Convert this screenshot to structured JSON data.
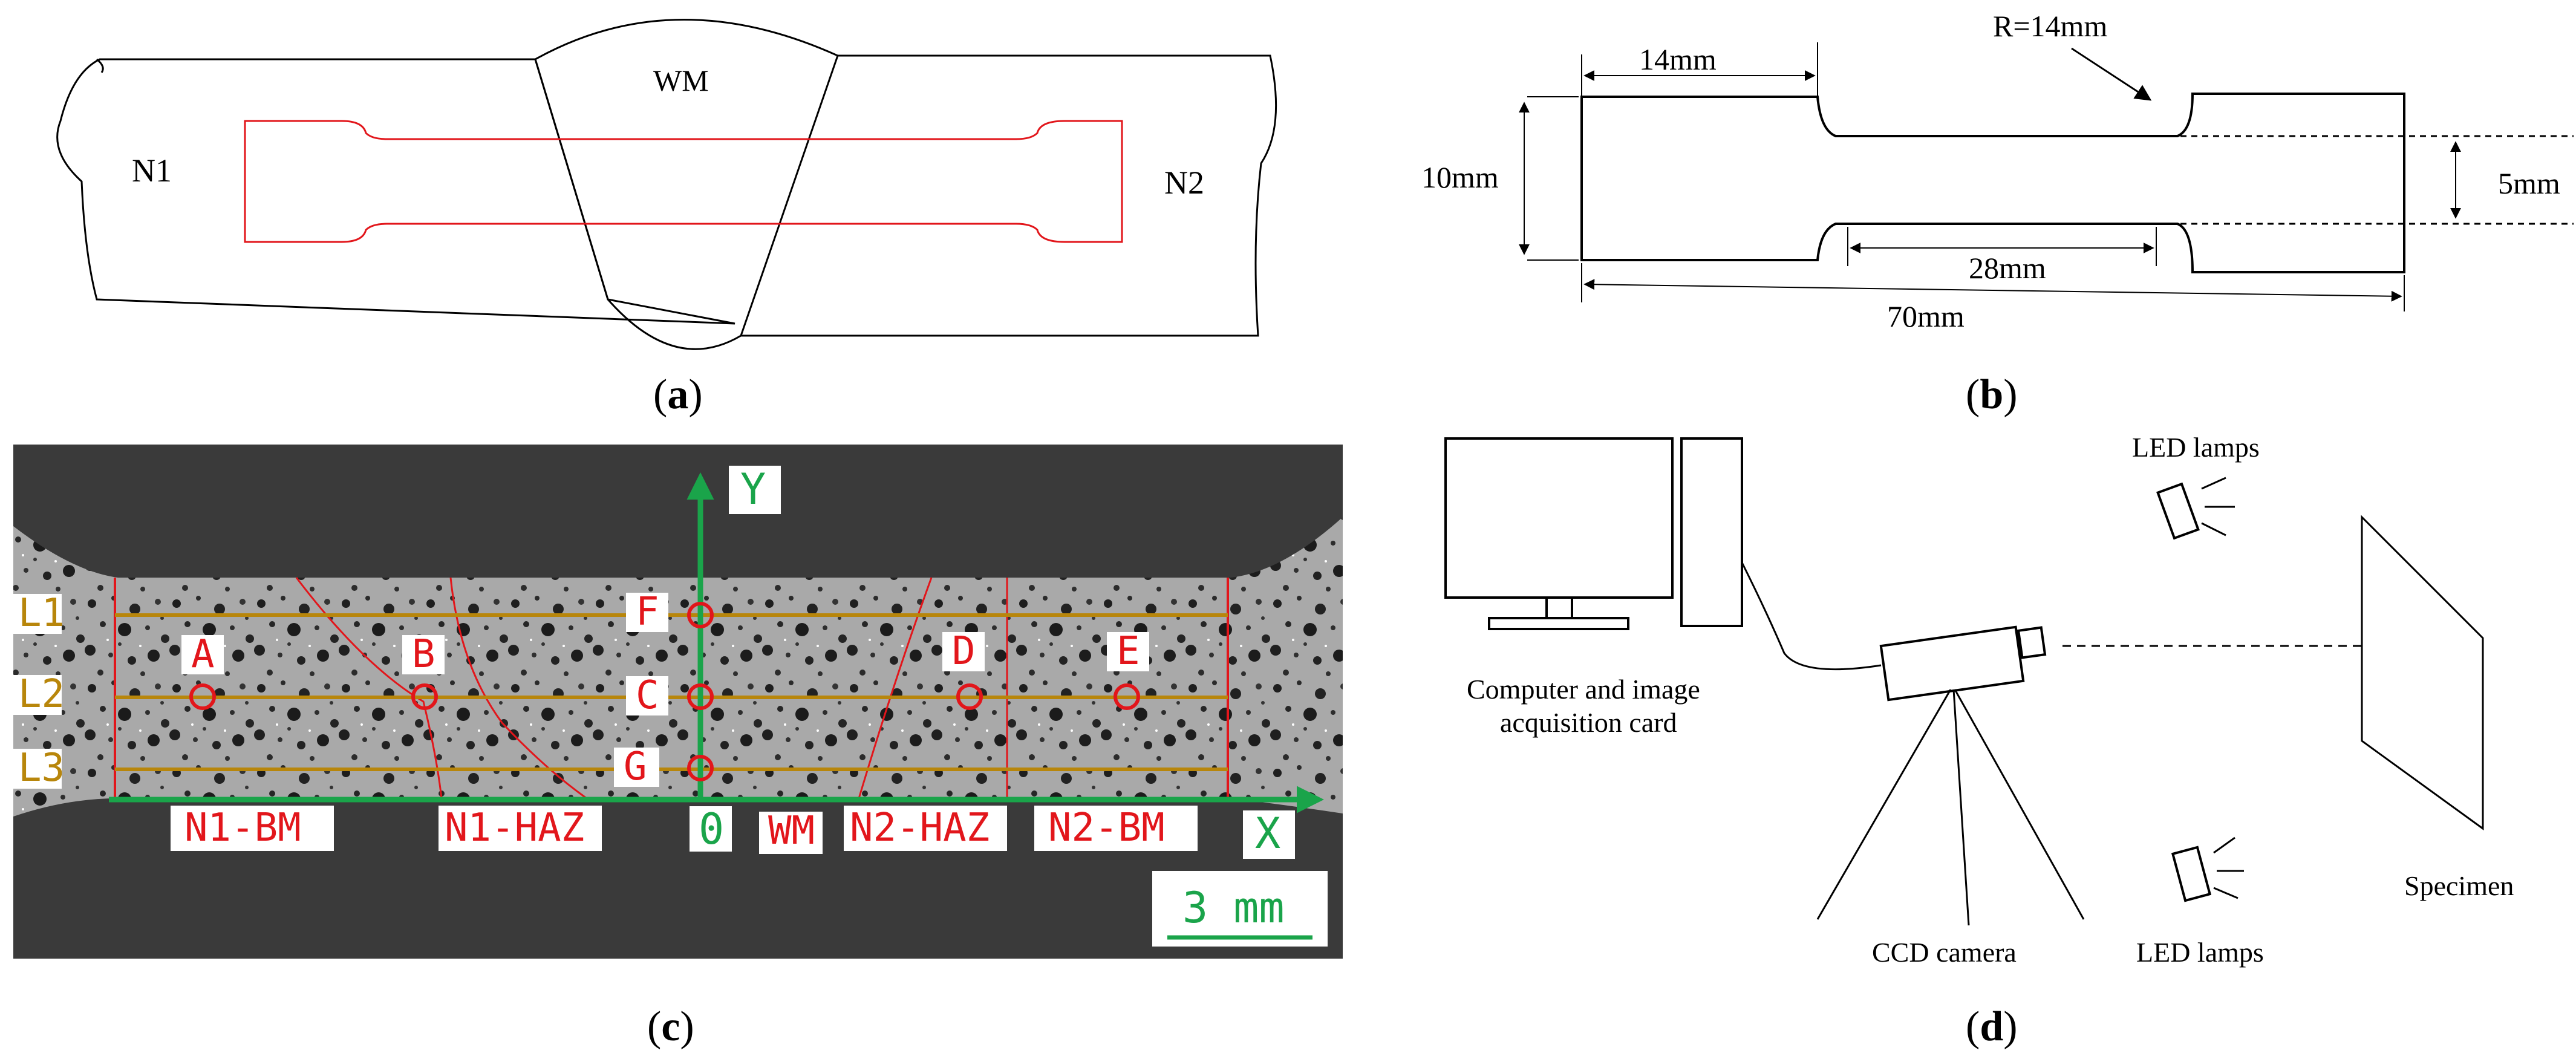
{
  "panel_a": {
    "caption": "a",
    "wm_label": "WM",
    "n1_label": "N1",
    "n2_label": "N2"
  },
  "panel_b": {
    "caption": "b",
    "dim_14mm": "14mm",
    "dim_radius": "R=14mm",
    "dim_10mm": "10mm",
    "dim_5mm": "5mm",
    "dim_28mm": "28mm",
    "dim_70mm": "70mm"
  },
  "panel_c": {
    "caption": "c",
    "axis_y": "Y",
    "axis_x": "X",
    "origin": "0",
    "lines": [
      "L1",
      "L2",
      "L3"
    ],
    "points": [
      "A",
      "B",
      "C",
      "D",
      "E",
      "F",
      "G"
    ],
    "zones": [
      "N1-BM",
      "N1-HAZ",
      "WM",
      "N2-HAZ",
      "N2-BM"
    ],
    "scale_bar": "3 mm",
    "colors": {
      "red": "#e2161b",
      "green": "#1aa44a",
      "gold": "#b8860b",
      "background": "#3a3a3a",
      "specimen": "#9a9a9a"
    }
  },
  "panel_d": {
    "caption": "d",
    "computer": [
      "Computer and image",
      "acquisition card"
    ],
    "led_top": "LED lamps",
    "led_bottom": "LED lamps",
    "camera": "CCD camera",
    "specimen": "Specimen"
  }
}
